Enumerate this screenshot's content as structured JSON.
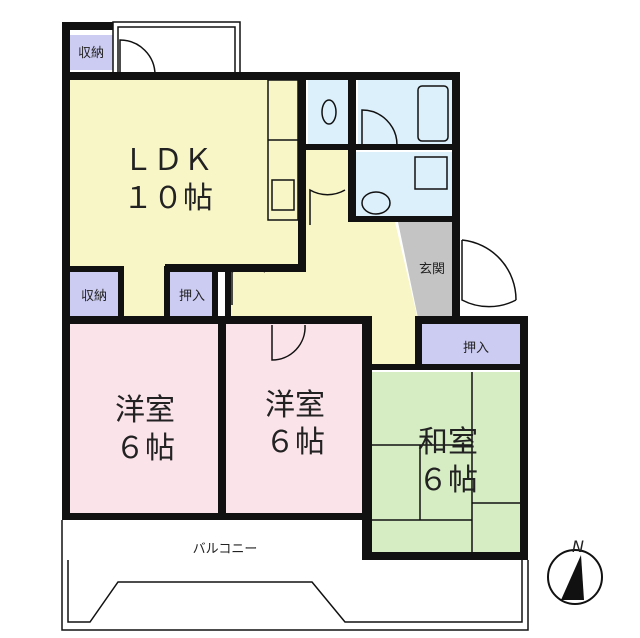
{
  "rooms": {
    "ldk": {
      "name": "ＬＤＫ",
      "size": "１０帖",
      "color": "#f8f6c6"
    },
    "western1": {
      "name": "洋室",
      "size": "６帖",
      "color": "#fbe3ea"
    },
    "western2": {
      "name": "洋室",
      "size": "６帖",
      "color": "#fbe3ea"
    },
    "japanese": {
      "name": "和室",
      "size": "６帖",
      "color": "#d6edc4"
    },
    "storage_top": {
      "name": "収納"
    },
    "storage_left": {
      "name": "収納"
    },
    "closet_mid": {
      "name": "押入"
    },
    "closet_right": {
      "name": "押入"
    },
    "entrance": {
      "name": "玄関"
    },
    "balcony": {
      "name": "バルコニー"
    }
  },
  "compass": {
    "label": "N"
  },
  "colors": {
    "storage": "#ccccf2",
    "wet": "#dcf0fb",
    "entrance": "#c4c4c4"
  }
}
